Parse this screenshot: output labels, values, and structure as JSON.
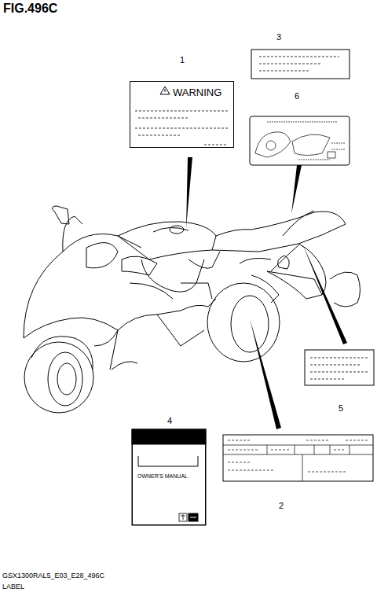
{
  "diagram": {
    "title": "FIG.496C",
    "nodes": [
      {
        "text": [
          "WARNING"
        ]
      },
      {
        "text": [
          "OWNER'S MANUAL"
        ]
      }
    ],
    "labels": [
      "1",
      "2",
      "3",
      "4",
      "5",
      "6",
      "GSX1300RAL5_E03_E28_496C",
      "LABEL"
    ]
  }
}
